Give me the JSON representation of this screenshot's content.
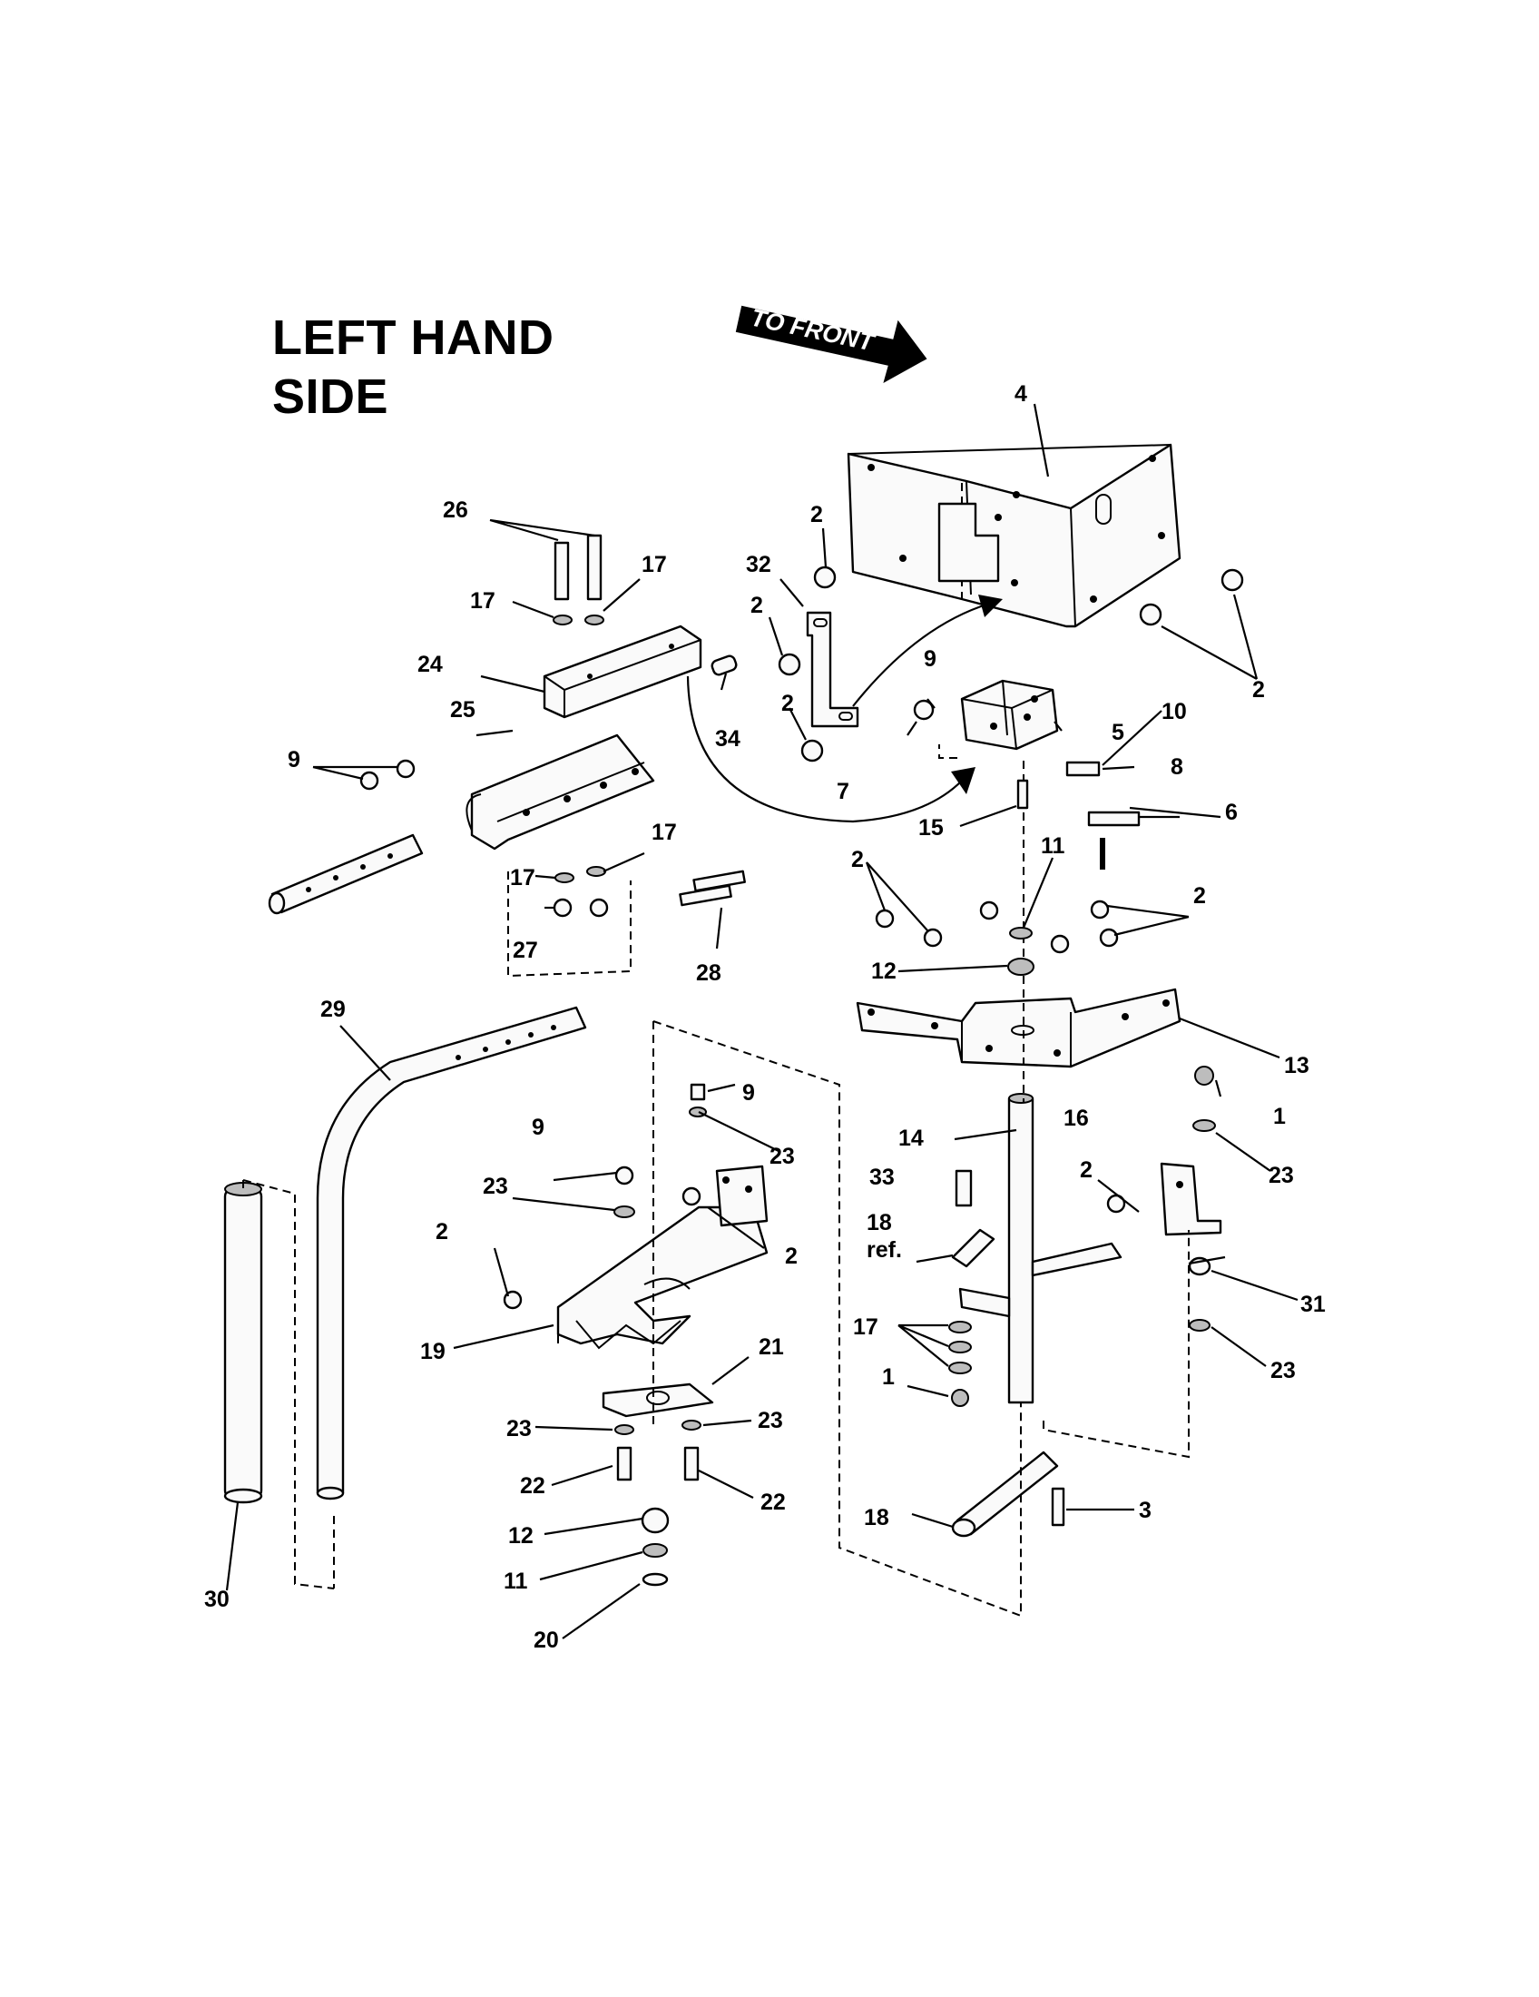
{
  "title": {
    "line1": "LEFT HAND",
    "line2": "SIDE"
  },
  "direction_arrow": {
    "label": "TO FRONT"
  },
  "callouts": [
    {
      "id": "c4",
      "text": "4"
    },
    {
      "id": "c2a",
      "text": "2"
    },
    {
      "id": "c32",
      "text": "32"
    },
    {
      "id": "c2b",
      "text": "2"
    },
    {
      "id": "c2c",
      "text": "2"
    },
    {
      "id": "c2d",
      "text": "2"
    },
    {
      "id": "c26",
      "text": "26"
    },
    {
      "id": "c17a",
      "text": "17"
    },
    {
      "id": "c17b",
      "text": "17"
    },
    {
      "id": "c24",
      "text": "24"
    },
    {
      "id": "c34",
      "text": "34"
    },
    {
      "id": "c25",
      "text": "25"
    },
    {
      "id": "c9a",
      "text": "9"
    },
    {
      "id": "c9b",
      "text": "9"
    },
    {
      "id": "c10",
      "text": "10"
    },
    {
      "id": "c5",
      "text": "5"
    },
    {
      "id": "c8",
      "text": "8"
    },
    {
      "id": "c7",
      "text": "7"
    },
    {
      "id": "c6",
      "text": "6"
    },
    {
      "id": "c15",
      "text": "15"
    },
    {
      "id": "c17c",
      "text": "17"
    },
    {
      "id": "c17d",
      "text": "17"
    },
    {
      "id": "c27",
      "text": "27"
    },
    {
      "id": "c28",
      "text": "28"
    },
    {
      "id": "c2e",
      "text": "2"
    },
    {
      "id": "c11a",
      "text": "11"
    },
    {
      "id": "c2f",
      "text": "2"
    },
    {
      "id": "c12a",
      "text": "12"
    },
    {
      "id": "c13",
      "text": "13"
    },
    {
      "id": "c29",
      "text": "29"
    },
    {
      "id": "c9c",
      "text": "9"
    },
    {
      "id": "c9d",
      "text": "9"
    },
    {
      "id": "c23a",
      "text": "23"
    },
    {
      "id": "c23b",
      "text": "23"
    },
    {
      "id": "c2g",
      "text": "2"
    },
    {
      "id": "c2h",
      "text": "2"
    },
    {
      "id": "c19",
      "text": "19"
    },
    {
      "id": "c21",
      "text": "21"
    },
    {
      "id": "c23c",
      "text": "23"
    },
    {
      "id": "c23d",
      "text": "23"
    },
    {
      "id": "c22a",
      "text": "22"
    },
    {
      "id": "c22b",
      "text": "22"
    },
    {
      "id": "c12b",
      "text": "12"
    },
    {
      "id": "c11b",
      "text": "11"
    },
    {
      "id": "c20",
      "text": "20"
    },
    {
      "id": "c30",
      "text": "30"
    },
    {
      "id": "c14",
      "text": "14"
    },
    {
      "id": "c33",
      "text": "33"
    },
    {
      "id": "c18a",
      "text": "18"
    },
    {
      "id": "c18ref",
      "text": "ref."
    },
    {
      "id": "c17e",
      "text": "17"
    },
    {
      "id": "c1a",
      "text": "1"
    },
    {
      "id": "c18b",
      "text": "18"
    },
    {
      "id": "c16",
      "text": "16"
    },
    {
      "id": "c2i",
      "text": "2"
    },
    {
      "id": "c1b",
      "text": "1"
    },
    {
      "id": "c23e",
      "text": "23"
    },
    {
      "id": "c31",
      "text": "31"
    },
    {
      "id": "c23f",
      "text": "23"
    },
    {
      "id": "c3",
      "text": "3"
    }
  ]
}
